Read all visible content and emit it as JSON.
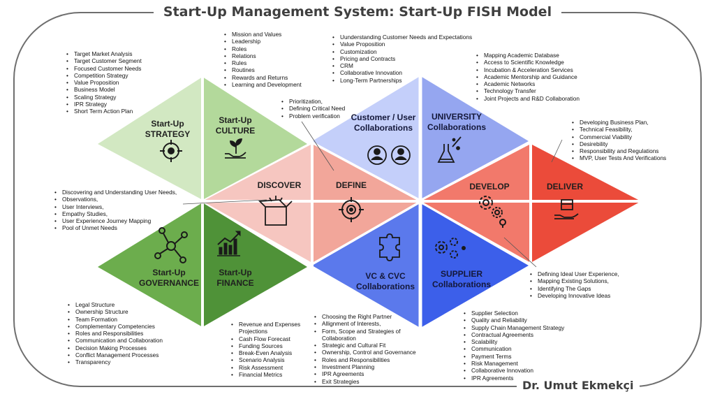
{
  "title": "Start-Up Management System: Start-Up FISH Model",
  "author": "Dr. Umut Ekmekçi",
  "colors": {
    "strategy": "#d2e8c2",
    "culture": "#b3d99b",
    "governance": "#6cad4d",
    "finance": "#4f9238",
    "discover": "#f6c6c0",
    "define": "#f2a69a",
    "develop": "#f2796b",
    "deliver": "#eb4b3a",
    "customer": "#c4cffa",
    "university": "#95a6f0",
    "vc": "#5b79ec",
    "supplier": "#3c5fea"
  },
  "segments": {
    "strategy": {
      "line1": "Start-Up",
      "line2": "STRATEGY",
      "icon": "target-icon"
    },
    "culture": {
      "line1": "Start-Up",
      "line2": "CULTURE",
      "icon": "plant-hand-icon"
    },
    "governance": {
      "line1": "Start-Up",
      "line2": "GOVERNANCE",
      "icon": "network-icon"
    },
    "finance": {
      "line1": "Start-Up",
      "line2": "FINANCE",
      "icon": "growth-chart-icon"
    },
    "discover": {
      "line1": "DISCOVER",
      "icon": "open-box-icon"
    },
    "define": {
      "line1": "DEFINE",
      "icon": "crosshair-icon"
    },
    "develop": {
      "line1": "DEVELOP",
      "icon": "gears-icon"
    },
    "deliver": {
      "line1": "DELIVER",
      "icon": "hand-box-icon"
    },
    "customer": {
      "line1": "Customer / User",
      "line2": "Collaborations",
      "icon": "users-icon"
    },
    "university": {
      "line1": "UNIVERSITY",
      "line2": "Collaborations",
      "icon": "flask-icon"
    },
    "vc": {
      "line1": "VC & CVC",
      "line2": "Collaborations",
      "icon": "puzzle-icon"
    },
    "supplier": {
      "line1": "SUPPLIER",
      "line2": "Collaborations",
      "icon": "cogs-icon"
    }
  },
  "lists": {
    "strategy": [
      "Target Market Analysis",
      "Target Customer Segment",
      "Focused Customer Needs",
      "Competition Strategy",
      "Value Proposition",
      "Business Model",
      "Scaling Strategy",
      "IPR Strategy",
      "Short Term Action Plan"
    ],
    "culture": [
      "Mission and Values",
      "Leadership",
      "Roles",
      "Relations",
      "Rules",
      "Routines",
      "Rewards and Returns",
      "Learning and Development"
    ],
    "customer": [
      "Uunderstanding Customer Needs and Expectations",
      "Value Proposition",
      "Customization",
      "Pricing and Contracts",
      "CRM",
      "Collaborative Innovation",
      "Long-Term Partnerships"
    ],
    "university": [
      "Mapping Academic Database",
      "Access to Scientific Knowledge",
      "Incubation & Acceleration Services",
      "Academic Mentorship and Guidance",
      "Academic Networks",
      "Technology Transfer",
      "Joint Projects and R&D Collaboration"
    ],
    "define": [
      "Prioritization,",
      "Defining Critical Need",
      "Problem verification"
    ],
    "deliver": [
      "Developing Business Plan,",
      "Technical Feasibility,",
      "Commercial Viability",
      "Desirebility",
      "Responsibility and Regulations",
      "MVP, User Tests And Verifications"
    ],
    "discover": [
      "Discovering and Understanding User Needs,",
      "Observations,",
      "User Interviews,",
      "Empathy Studies,",
      "User Experience Journey Mapping",
      "Pool of Unmet Needs"
    ],
    "develop": [
      "Defining Ideal User Experience,",
      "Mapping Existing Solutions,",
      "Identifying The Gaps",
      "Developing Innovative Ideas"
    ],
    "governance": [
      "Legal Structure",
      "Ownership Structure",
      "Team Formation",
      "Complementary Competencies",
      "Roles and Responsibilities",
      "Communication and Collaboration",
      "Decision Making Processes",
      "Conflict Management Processes",
      "Transparency"
    ],
    "finance": [
      "Revenue and Expenses",
      "Projections",
      "Cash Flow Forecast",
      "Funding Sources",
      "Break-Even Analysis",
      "Scenario Analysis",
      "Risk Assessment",
      "Financial Metrics"
    ],
    "vc": [
      "Choosing the Right Partner",
      "Allignment of Interests,",
      "Form, Scope and Strategies of",
      "Collaboration",
      "Strategic and Cultural Fit",
      "Ownership, Control and Governance",
      "Roles and Responsibilities",
      "Investment Planning",
      "IPR Agreements",
      "Exit Strategies"
    ],
    "supplier": [
      "Supplier Selection",
      "Quality and Reliability",
      "Supply Chain Management Strategy",
      "Contractual Agreements",
      "Scalability",
      "Communication",
      "Payment Terms",
      "Risk Management",
      "Collaborative Innovation",
      "IPR Agreements"
    ]
  }
}
